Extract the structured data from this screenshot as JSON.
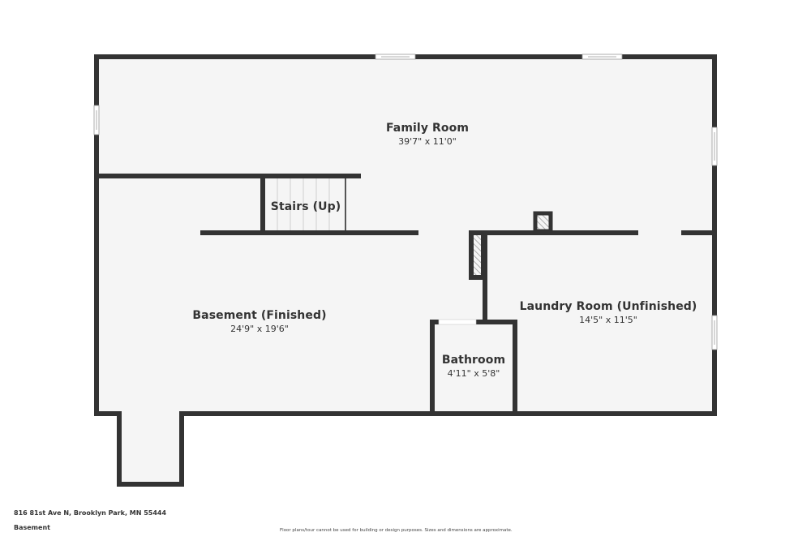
{
  "floor_plan": {
    "level_name": "Basement",
    "address": "816 81st Ave N, Brooklyn Park, MN 55444",
    "disclaimer": "Floor plans/tour cannot be used for building or design purposes. Sizes and dimensions are approximate.",
    "colors": {
      "wall": "#333333",
      "floor": "#f5f5f5",
      "background": "#ffffff",
      "text": "#333333"
    },
    "rooms": [
      {
        "name": "Family Room",
        "dimensions": "39'7\" x 11'0\""
      },
      {
        "name": "Stairs (Up)",
        "dimensions": ""
      },
      {
        "name": "Basement (Finished)",
        "dimensions": "24'9\" x 19'6\""
      },
      {
        "name": "Laundry Room (Unfinished)",
        "dimensions": "14'5\" x 11'5\""
      },
      {
        "name": "Bathroom",
        "dimensions": "4'11\" x 5'8\""
      }
    ]
  }
}
